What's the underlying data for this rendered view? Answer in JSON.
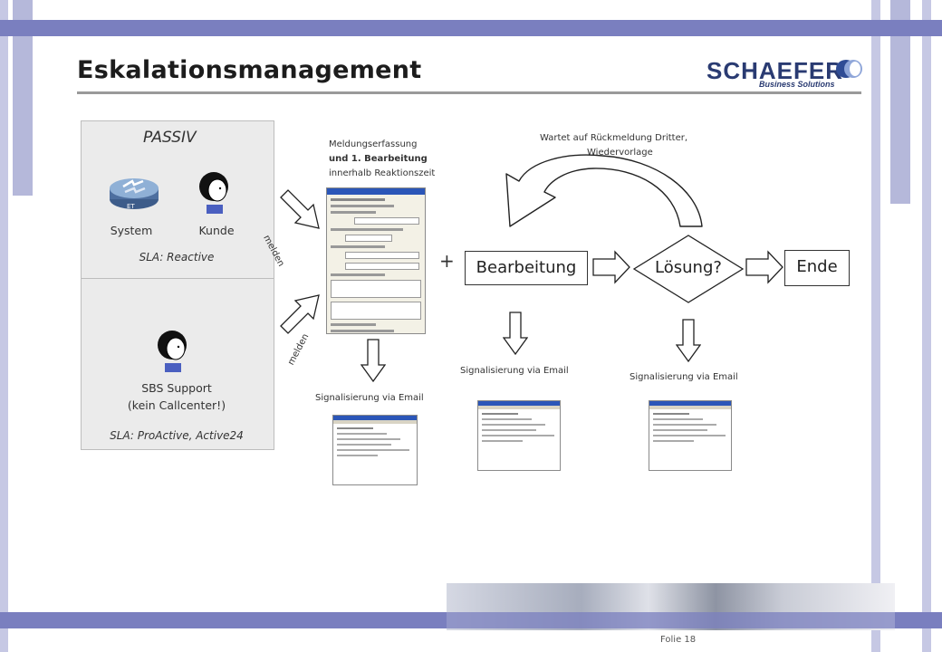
{
  "title": "Eskalationsmanagement",
  "logo": {
    "name": "SCHAEFER",
    "tagline": "Business Solutions"
  },
  "left_panel": {
    "passiv_label": "PASSIV",
    "system_label": "System",
    "kunde_label": "Kunde",
    "sla_reactive": "SLA: Reactive",
    "sbs_support": "SBS Support",
    "kein_callcenter": "(kein Callcenter!)",
    "sla_proactive": "SLA: ProActive, Active24"
  },
  "arrows": {
    "melden_top": "melden",
    "melden_bottom": "melden"
  },
  "meldung": {
    "line1": "Meldungserfassung",
    "line2": "und 1. Bearbeitung",
    "line3": "innerhalb Reaktionszeit"
  },
  "wartet": {
    "line1": "Wartet auf Rückmeldung Dritter,",
    "line2": "Wiedervorlage"
  },
  "flow": {
    "plus": "+",
    "bearbeitung": "Bearbeitung",
    "loesung": "Lösung?",
    "ende": "Ende"
  },
  "signals": {
    "s1": "Signalisierung via Email",
    "s2": "Signalisierung via Email",
    "s3": "Signalisierung via Email"
  },
  "footer": {
    "folie": "Folie 18"
  },
  "colors": {
    "frame_dark": "#7a7fbf",
    "frame_light": "#c6c8e4",
    "logo": "#2a3b72"
  },
  "icons": [
    "server-icon",
    "person-icon",
    "form-screenshot",
    "email-screenshot",
    "curved-arrow-icon",
    "block-arrow-icon"
  ]
}
